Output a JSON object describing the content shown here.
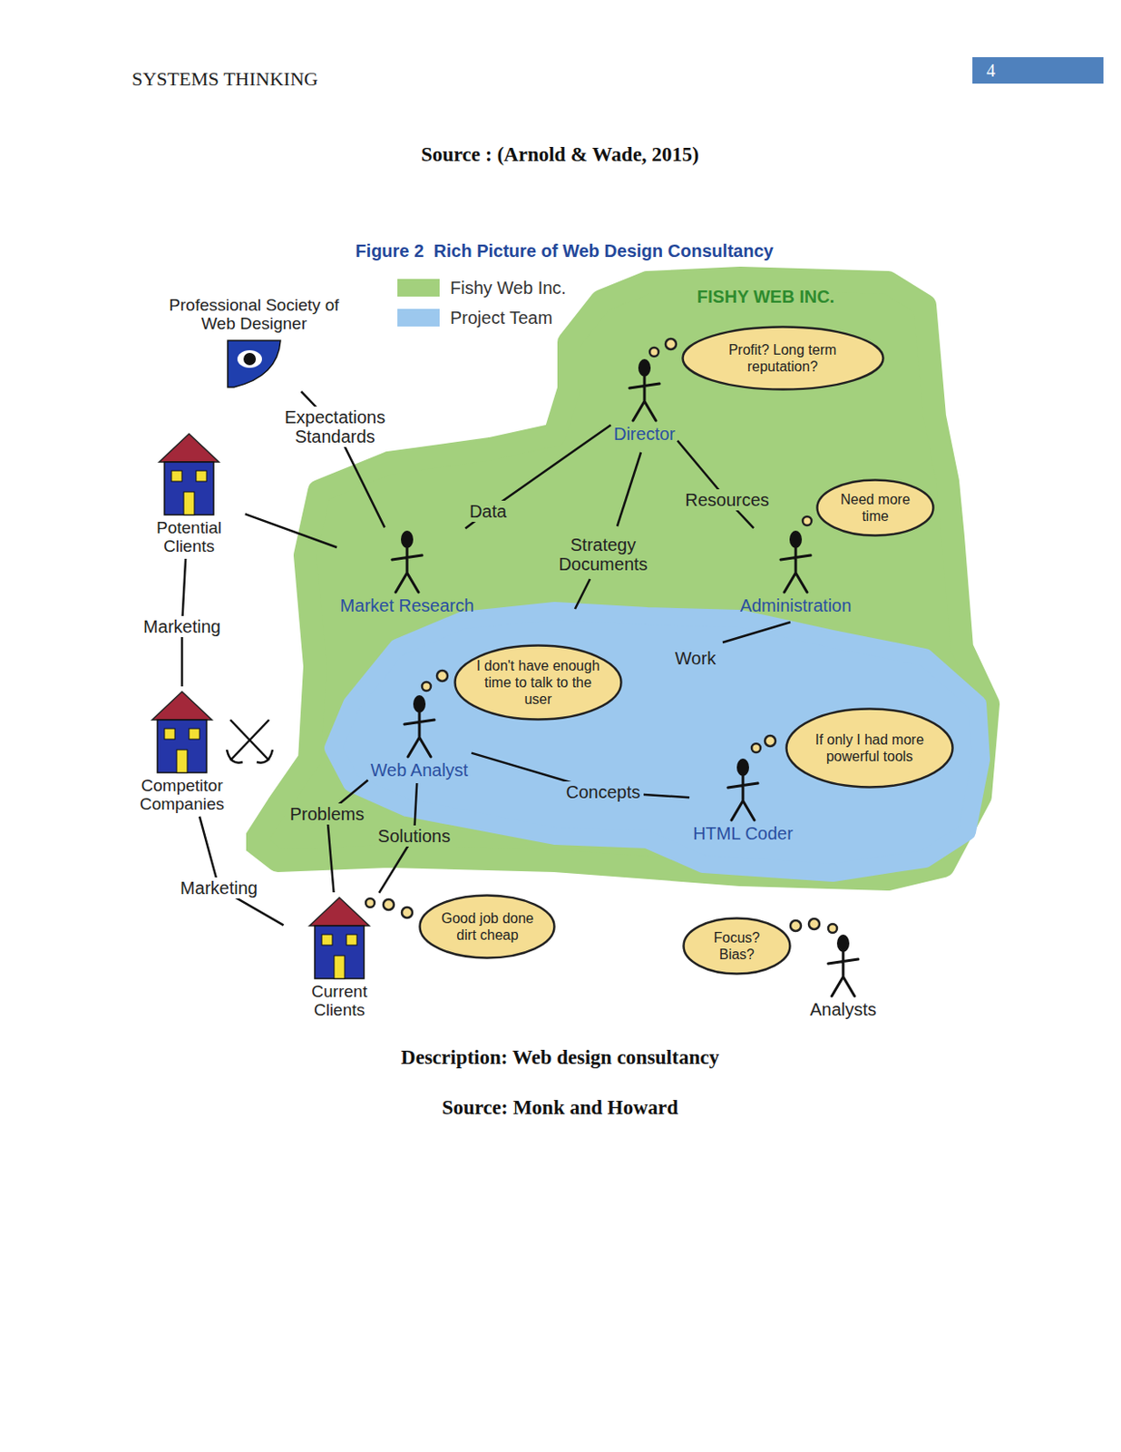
{
  "diagram": {
    "title": "Figure 2  Rich Picture of Web Design Consultancy",
    "nodes": [
      {
        "text": [
          "Professional Society of Web Designer"
        ]
      },
      {
        "text": [
          "FISHY WEB INC."
        ]
      },
      {
        "text": [
          "Director"
        ],
        "in": 1
      },
      {
        "text": [
          "Profit? Long term reputation?"
        ],
        "in": 1
      },
      {
        "text": [
          "Potential Clients"
        ]
      },
      {
        "text": [
          "Market Research"
        ],
        "in": 1
      },
      {
        "text": [
          "Need more time"
        ],
        "in": 1
      },
      {
        "text": [
          "Administration"
        ],
        "in": 1
      },
      {
        "text": [
          "I don't have enough time to talk to the user"
        ],
        "in": 1
      },
      {
        "text": [
          "Web Analyst"
        ],
        "in": 1
      },
      {
        "text": [
          "If only I had more powerful tools"
        ],
        "in": 1
      },
      {
        "text": [
          "HTML Coder"
        ],
        "in": 1
      },
      {
        "text": [
          "Competitor Companies"
        ]
      },
      {
        "text": [
          "Current Clients"
        ]
      },
      {
        "text": [
          "Good job done dirt cheap"
        ]
      },
      {
        "text": [
          "Focus? Bias?"
        ]
      },
      {
        "text": [
          "Analysts"
        ]
      }
    ],
    "edges": [
      {
        "from": 0,
        "to": 5,
        "label": "Expectations Standards",
        "arrow": "none"
      },
      {
        "from": 2,
        "to": 5,
        "label": "Data",
        "arrow": "none"
      },
      {
        "from": 2,
        "to": 7,
        "label": "Resources",
        "arrow": "none"
      },
      {
        "from": 4,
        "to": 5,
        "arrow": "none"
      },
      {
        "from": 4,
        "to": 12,
        "label": "Marketing",
        "arrow": "none"
      },
      {
        "from": 12,
        "to": 13,
        "label": "Marketing",
        "arrow": "none"
      },
      {
        "from": 9,
        "to": 11,
        "label": "Concepts",
        "arrow": "none"
      },
      {
        "from": 9,
        "to": 13,
        "label": "Problems",
        "arrow": "none"
      },
      {
        "from": 9,
        "to": 13,
        "label": "Solutions",
        "arrow": "none"
      }
    ],
    "labels": [
      "SYSTEMS THINKING",
      "4",
      "Source : (Arnold & Wade, 2015)",
      "Strategy Documents",
      "Work",
      "Description: Web design consultancy",
      "Source: Monk and Howard"
    ],
    "legend": [
      {
        "text": "Fishy Web Inc.",
        "color": "#a3d07d"
      },
      {
        "text": "Project Team",
        "color": "#9cc8ee"
      }
    ]
  }
}
